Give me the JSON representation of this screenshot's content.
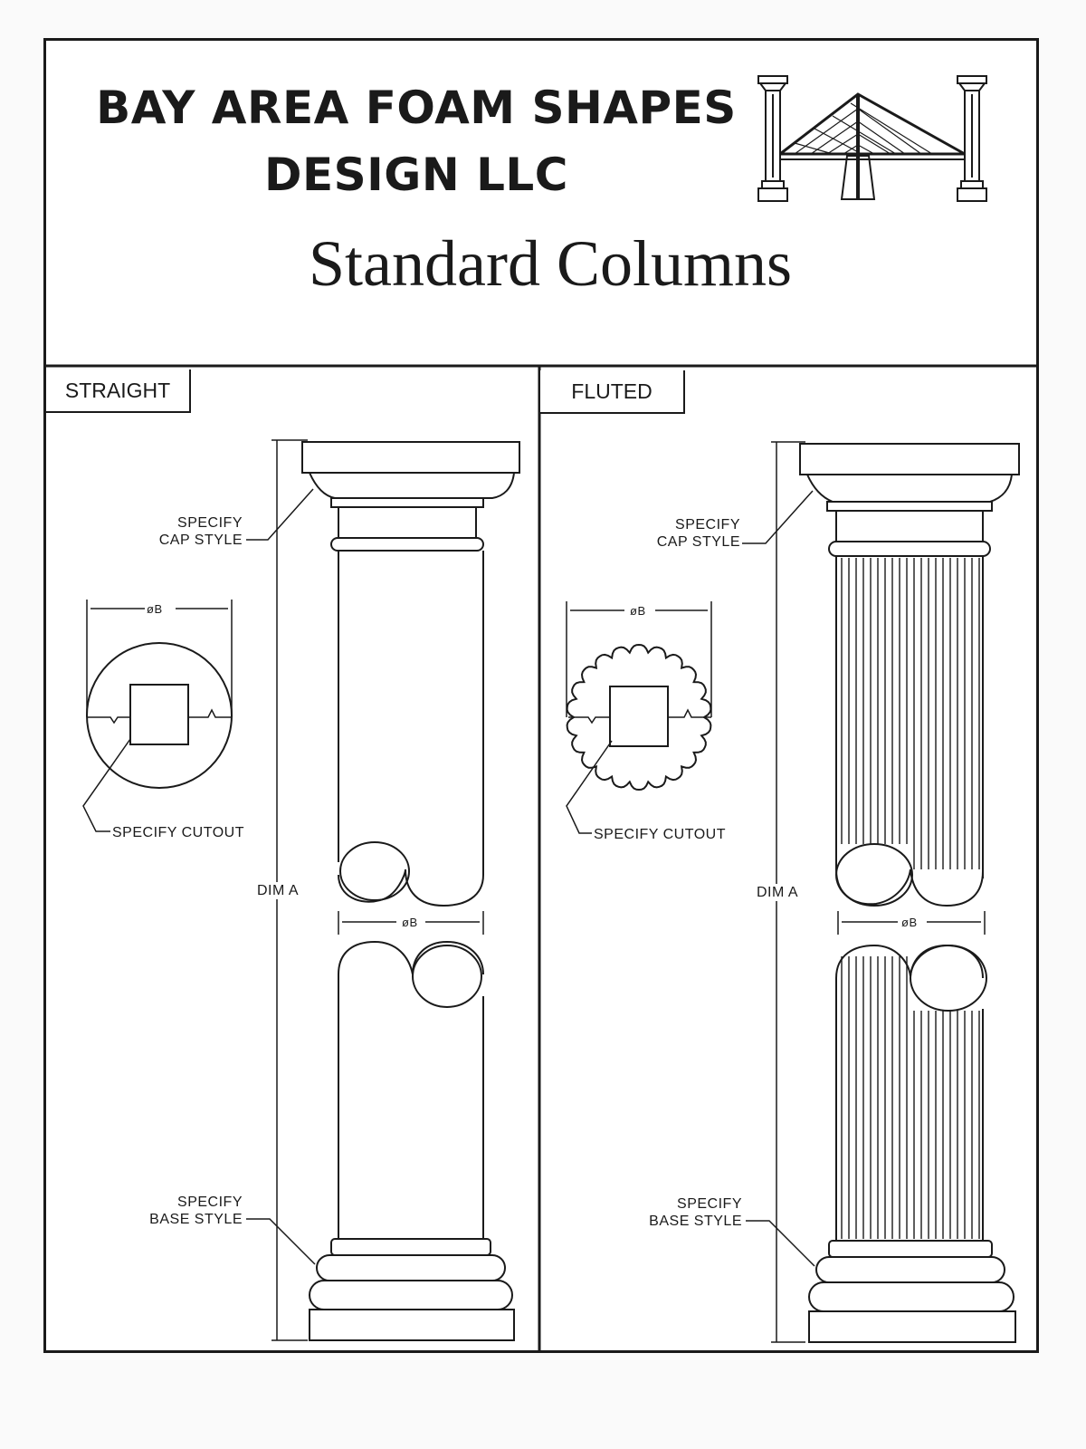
{
  "header": {
    "company_line1": "BAY AREA FOAM SHAPES",
    "company_line2": "DESIGN LLC",
    "title": "Standard Columns"
  },
  "panels": [
    {
      "label": "STRAIGHT",
      "cap_callout_line1": "SPECIFY",
      "cap_callout_line2": "CAP STYLE",
      "cutout_callout": "SPECIFY CUTOUT",
      "base_callout_line1": "SPECIFY",
      "base_callout_line2": "BASE STYLE",
      "dim_a": "DIM A",
      "dim_b_section": "øB",
      "dim_b_shaft": "øB"
    },
    {
      "label": "FLUTED",
      "cap_callout_line1": "SPECIFY",
      "cap_callout_line2": "CAP STYLE",
      "cutout_callout": "SPECIFY CUTOUT",
      "base_callout_line1": "SPECIFY",
      "base_callout_line2": "BASE STYLE",
      "dim_a": "DIM A",
      "dim_b_section": "øB",
      "dim_b_shaft": "øB"
    }
  ],
  "colors": {
    "ink": "#1a1a1a",
    "paper": "#ffffff"
  }
}
